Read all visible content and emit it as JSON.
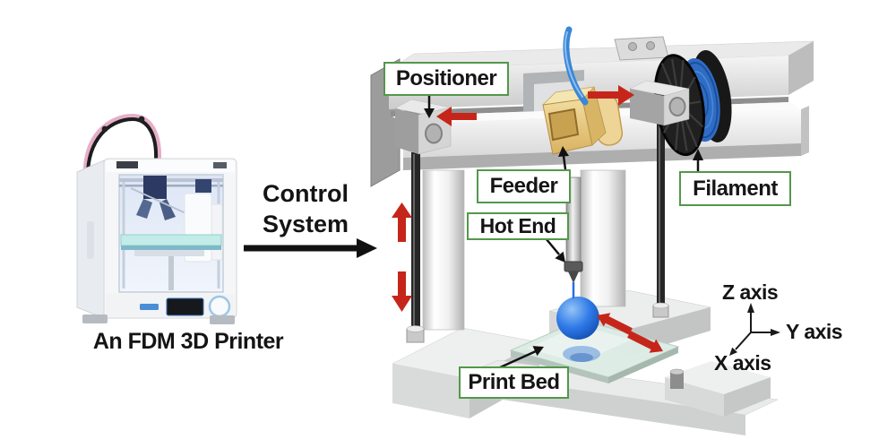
{
  "figure": {
    "left": {
      "caption": "An FDM 3D Printer"
    },
    "connector": {
      "line1": "Control",
      "line2": "System"
    },
    "labels": {
      "positioner": "Positioner",
      "feeder": "Feeder",
      "hot_end": "Hot End",
      "filament": "Filament",
      "print_bed": "Print Bed"
    },
    "axes": {
      "z": "Z axis",
      "y": "Y axis",
      "x": "X axis"
    },
    "colors": {
      "label_border_green": "#52984a",
      "arrow_red": "#c6261a",
      "sphere_blue": "#2f7ae8",
      "bowden_tube_blue": "#3a86d8",
      "filament_coil_blue": "#2f6cc4",
      "feeder_tan": "#e6c87e"
    }
  }
}
